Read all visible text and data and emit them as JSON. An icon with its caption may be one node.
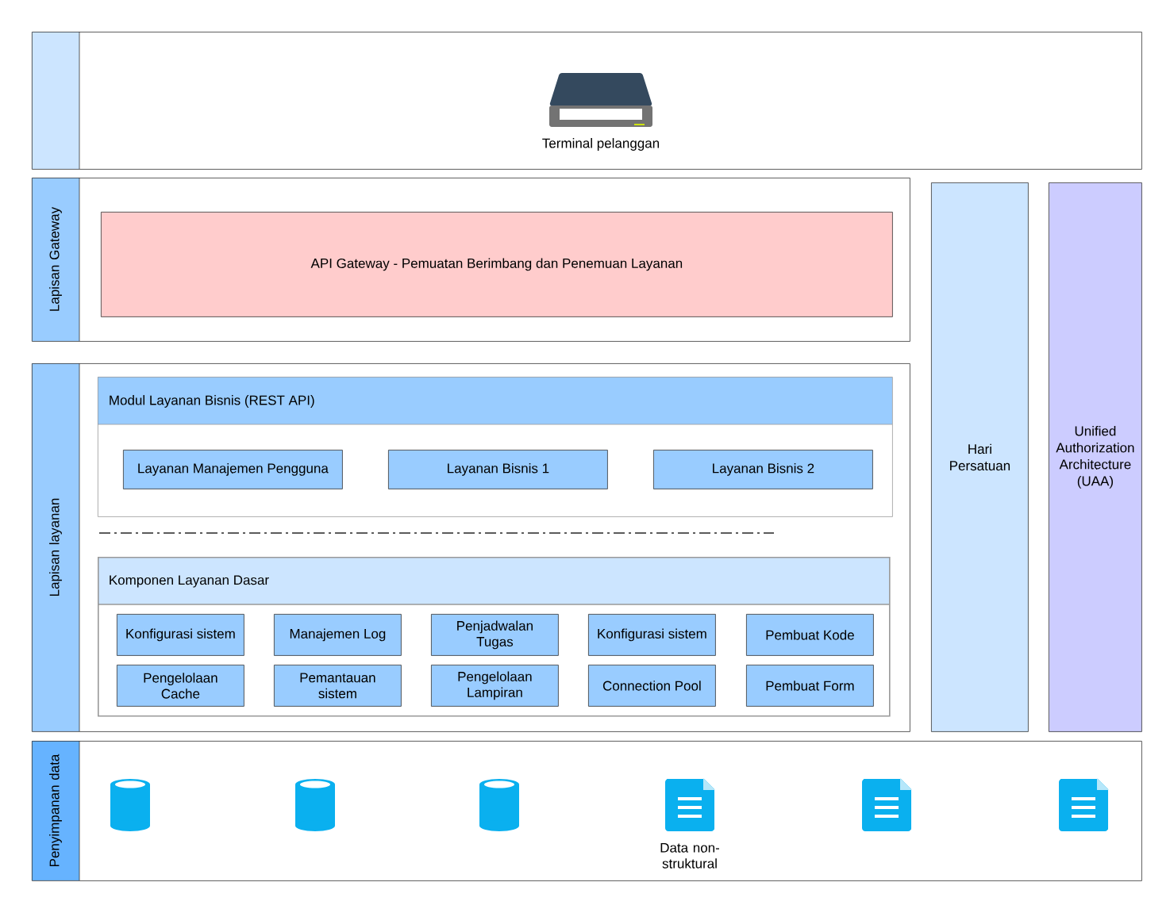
{
  "diagram": {
    "nodes": [
      {
        "text": [],
        "shape": "box"
      },
      {
        "text": [
          "Terminal pelanggan"
        ],
        "in": 0
      },
      {
        "text": [
          "Lapisan Gateway"
        ]
      },
      {
        "text": [
          "API Gateway - Pemuatan Berimbang dan Penemuan Layanan"
        ],
        "in": 2
      },
      {
        "text": [
          "Lapisan layanan"
        ]
      },
      {
        "text": [
          "Modul Layanan Bisnis (REST API)"
        ],
        "in": 4
      },
      {
        "text": [
          "Layanan Manajemen Pengguna"
        ],
        "in": 5
      },
      {
        "text": [
          "Layanan Bisnis 1"
        ],
        "in": 5
      },
      {
        "text": [
          "Layanan Bisnis 2"
        ],
        "in": 5
      },
      {
        "text": [
          "Komponen Layanan Dasar"
        ],
        "in": 4
      },
      {
        "text": [
          "Konfigurasi sistem"
        ],
        "in": 9
      },
      {
        "text": [
          "Manajemen Log"
        ],
        "in": 9
      },
      {
        "text": [
          "Penjadwalan Tugas"
        ],
        "in": 9
      },
      {
        "text": [
          "Konfigurasi sistem"
        ],
        "in": 9
      },
      {
        "text": [
          "Pembuat Kode"
        ],
        "in": 9
      },
      {
        "text": [
          "Pengelolaan Cache"
        ],
        "in": 9
      },
      {
        "text": [
          "Pemantauan sistem"
        ],
        "in": 9
      },
      {
        "text": [
          "Pengelolaan Lampiran"
        ],
        "in": 9
      },
      {
        "text": [
          "Connection Pool"
        ],
        "in": 9
      },
      {
        "text": [
          "Pembuat Form"
        ],
        "in": 9
      },
      {
        "text": [
          "Hari Persatuan"
        ]
      },
      {
        "text": [
          "Unified Authorization Architecture (UAA)"
        ]
      },
      {
        "text": [
          "Penyimpanan data"
        ]
      },
      {
        "text": [],
        "shape": "cylinder",
        "in": 22
      },
      {
        "text": [],
        "shape": "cylinder",
        "in": 22
      },
      {
        "text": [],
        "shape": "cylinder",
        "in": 22
      },
      {
        "text": [
          "Data non-struktural"
        ],
        "in": 22
      },
      {
        "text": [],
        "shape": "document",
        "in": 22
      },
      {
        "text": [],
        "shape": "document",
        "in": 22
      }
    ]
  }
}
